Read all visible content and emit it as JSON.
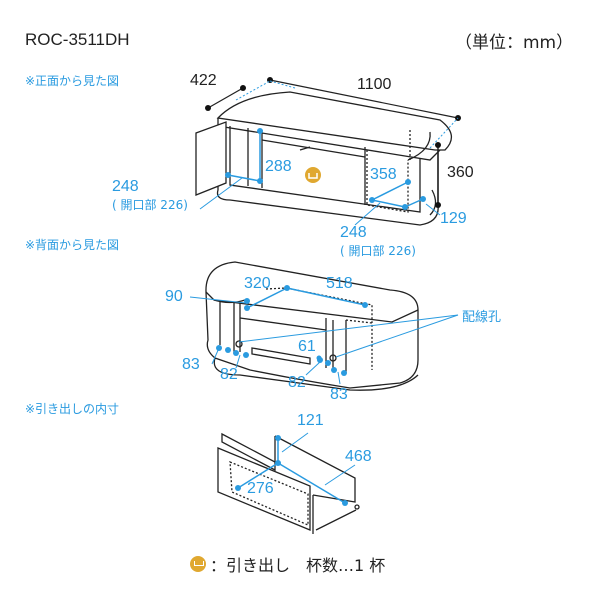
{
  "header": {
    "model": "ROC-3511DH",
    "unit": "（単位：mm）"
  },
  "sections": {
    "front": "※正面から見た図",
    "back": "※背面から見た図",
    "drawer": "※引き出しの内寸"
  },
  "front_view": {
    "depth": "422",
    "width": "1100",
    "height": "360",
    "left_height": "288",
    "left_depth": "248",
    "left_opening": "( 開口部 226)",
    "right_height": "358",
    "right_depth": "248",
    "right_opening": "( 開口部 226)",
    "right_width": "129"
  },
  "back_view": {
    "d90": "90",
    "d320": "320",
    "d518": "518",
    "d61": "61",
    "d83_left": "83",
    "d82_left": "82",
    "d82_right": "82",
    "d83_right": "83",
    "cable_hole": "配線孔"
  },
  "drawer_view": {
    "height": "121",
    "depth": "468",
    "width": "276"
  },
  "legend": {
    "icon": "drawer-icon",
    "label": "：引き出し　杯数…1 杯"
  },
  "colors": {
    "accent": "#2a9be0",
    "drawer_icon": "#e0a830",
    "line": "#222222"
  }
}
